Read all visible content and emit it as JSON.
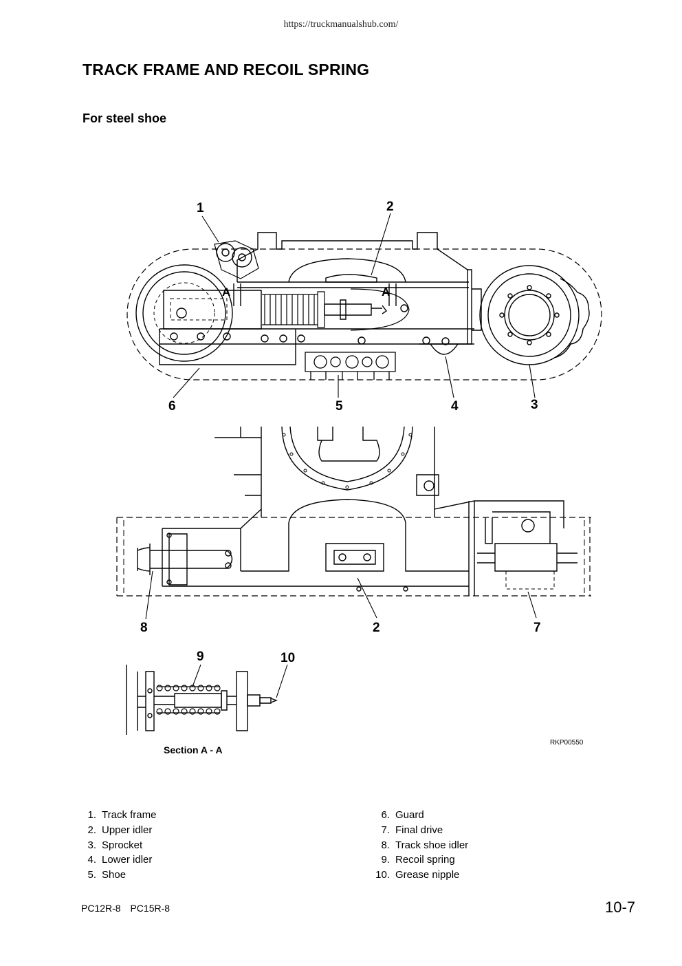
{
  "header": {
    "url": "https://truckmanualshub.com/"
  },
  "page": {
    "title": "TRACK FRAME AND RECOIL SPRING",
    "subtitle": "For steel shoe"
  },
  "figure": {
    "callouts": [
      "1",
      "2",
      "3",
      "4",
      "5",
      "6",
      "2",
      "7",
      "8",
      "9",
      "10"
    ],
    "section_marks": [
      "A",
      "A"
    ],
    "section_label": "Section A - A",
    "figure_code": "RKP00550"
  },
  "legend": {
    "left": [
      {
        "num": "1.",
        "label": "Track frame"
      },
      {
        "num": "2.",
        "label": "Upper idler"
      },
      {
        "num": "3.",
        "label": "Sprocket"
      },
      {
        "num": "4.",
        "label": "Lower idler"
      },
      {
        "num": "5.",
        "label": "Shoe"
      }
    ],
    "right": [
      {
        "num": "6.",
        "label": "Guard"
      },
      {
        "num": "7.",
        "label": "Final drive"
      },
      {
        "num": "8.",
        "label": "Track shoe idler"
      },
      {
        "num": "9.",
        "label": "Recoil spring"
      },
      {
        "num": "10.",
        "label": "Grease nipple"
      }
    ]
  },
  "footer": {
    "model": "PC12R-8  PC15R-8",
    "page_number": "10-7"
  }
}
